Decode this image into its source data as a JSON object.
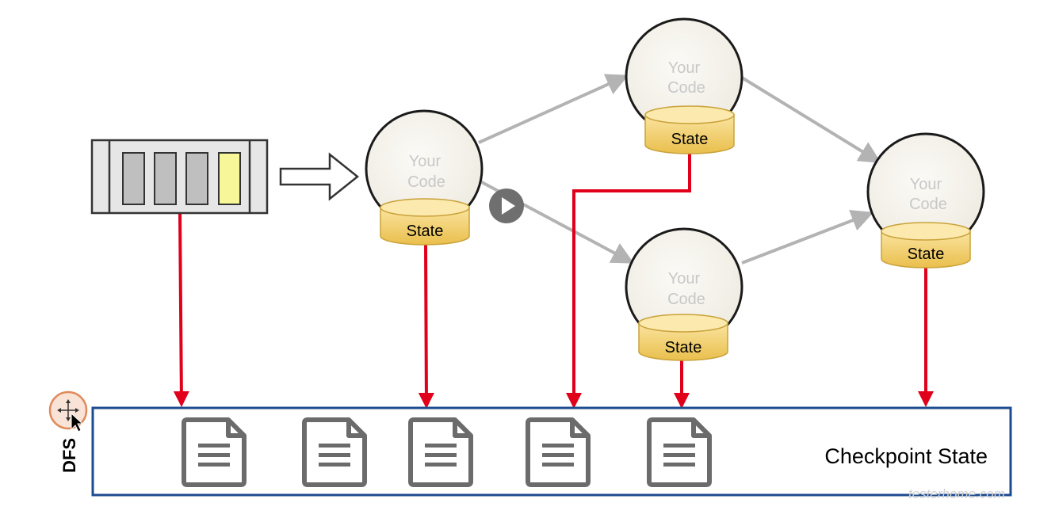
{
  "operators": [
    {
      "code_label": [
        "Your",
        "Code"
      ],
      "state_label": "State"
    },
    {
      "code_label": [
        "Your",
        "Code"
      ],
      "state_label": "State"
    },
    {
      "code_label": [
        "Your",
        "Code"
      ],
      "state_label": "State"
    },
    {
      "code_label": [
        "Your",
        "Code"
      ],
      "state_label": "State"
    }
  ],
  "checkpoint": {
    "label": "Checkpoint State"
  },
  "dfs": {
    "label": "DFS"
  },
  "watermark": "testerhome.com",
  "icons": [
    "source-queue-icon",
    "hollow-arrow-icon",
    "play-icon",
    "move-cursor-icon",
    "document-icon"
  ],
  "colors": {
    "checkpoint_arrow": "#e0001b",
    "dataflow_arrow": "#b3b3b3",
    "checkpoint_border": "#1d4b8f",
    "state_fill": "#f4cf5e",
    "highlight_slot": "#f7f79a"
  }
}
